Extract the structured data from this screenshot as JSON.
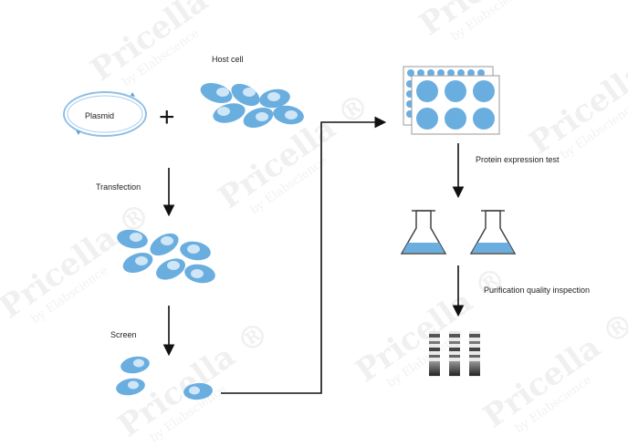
{
  "labels": {
    "plasmid": "Plasmid",
    "host_cell": "Host cell",
    "transfection": "Transfection",
    "screen": "Screen",
    "protein_expression_test": "Protein expression test",
    "purification_quality_inspection": "Purification quality inspection"
  },
  "symbols": {
    "plus": "+"
  },
  "watermark": {
    "brand": "Pricella ®",
    "sub": "by Elabscience"
  },
  "colors": {
    "cell_fill": "#6aaee0",
    "cell_nucleus": "#cfe6f7",
    "plasmid_ring": "#8fbfe6",
    "arrow": "#111111",
    "liquid": "#6aaee0",
    "band": "#333333"
  },
  "icons": {
    "plasmid": "plasmid-ring-icon",
    "cells": "cell-cluster-icon",
    "plate": "well-plate-icon",
    "flask": "erlenmeyer-flask-icon",
    "gel": "gel-lanes-icon"
  }
}
